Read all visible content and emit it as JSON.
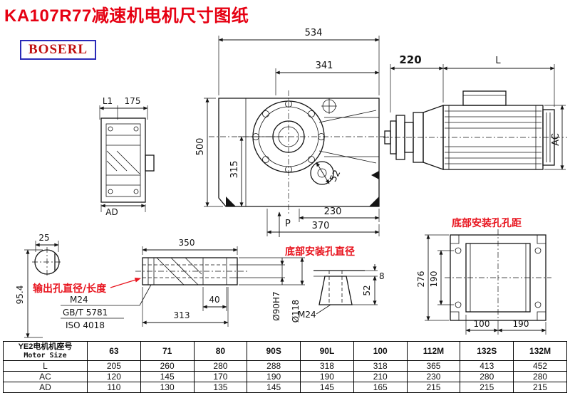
{
  "page": {
    "title": "KA107R77减速机电机尺寸图纸",
    "logo": "BOSERL"
  },
  "labels": {
    "output_hole": "输出孔直径/长度",
    "bottom_hole_dia": "底部安装孔直径",
    "bottom_hole_pitch": "底部安装孔孔距"
  },
  "dims": {
    "main": {
      "w534": "534",
      "w341": "341",
      "h500": "500",
      "h315": "315",
      "d52": "52",
      "w230": "230",
      "w370": "370",
      "p": "P"
    },
    "motor": {
      "w220": "220",
      "len": "L",
      "ac": "AC"
    },
    "side": {
      "l1": "L1",
      "w175": "175",
      "ad": "AD"
    },
    "section": {
      "w25": "25",
      "h954": "95.4"
    },
    "shaft": {
      "w350": "350",
      "w40": "40",
      "w313": "313",
      "m24": "M24",
      "gbt": "GB/T 5781",
      "iso": "ISO 4018",
      "d90": "Ø90H7",
      "d118": "Ø118"
    },
    "hole": {
      "t8": "8",
      "h52": "52",
      "m24": "M24"
    },
    "bottom": {
      "h276": "276",
      "v190": "190",
      "w100": "100",
      "w190": "190"
    }
  },
  "table": {
    "header_cn": "YE2电机机座号",
    "header_en": "Motor Size",
    "sizes": [
      "63",
      "71",
      "80",
      "90S",
      "90L",
      "100",
      "112M",
      "132S",
      "132M"
    ],
    "rows": [
      {
        "label": "L",
        "values": [
          "205",
          "260",
          "280",
          "288",
          "318",
          "318",
          "365",
          "413",
          "452"
        ]
      },
      {
        "label": "AC",
        "values": [
          "120",
          "145",
          "170",
          "190",
          "190",
          "210",
          "230",
          "280",
          "280"
        ]
      },
      {
        "label": "AD",
        "values": [
          "110",
          "130",
          "135",
          "145",
          "145",
          "165",
          "215",
          "215",
          "215"
        ]
      }
    ]
  }
}
